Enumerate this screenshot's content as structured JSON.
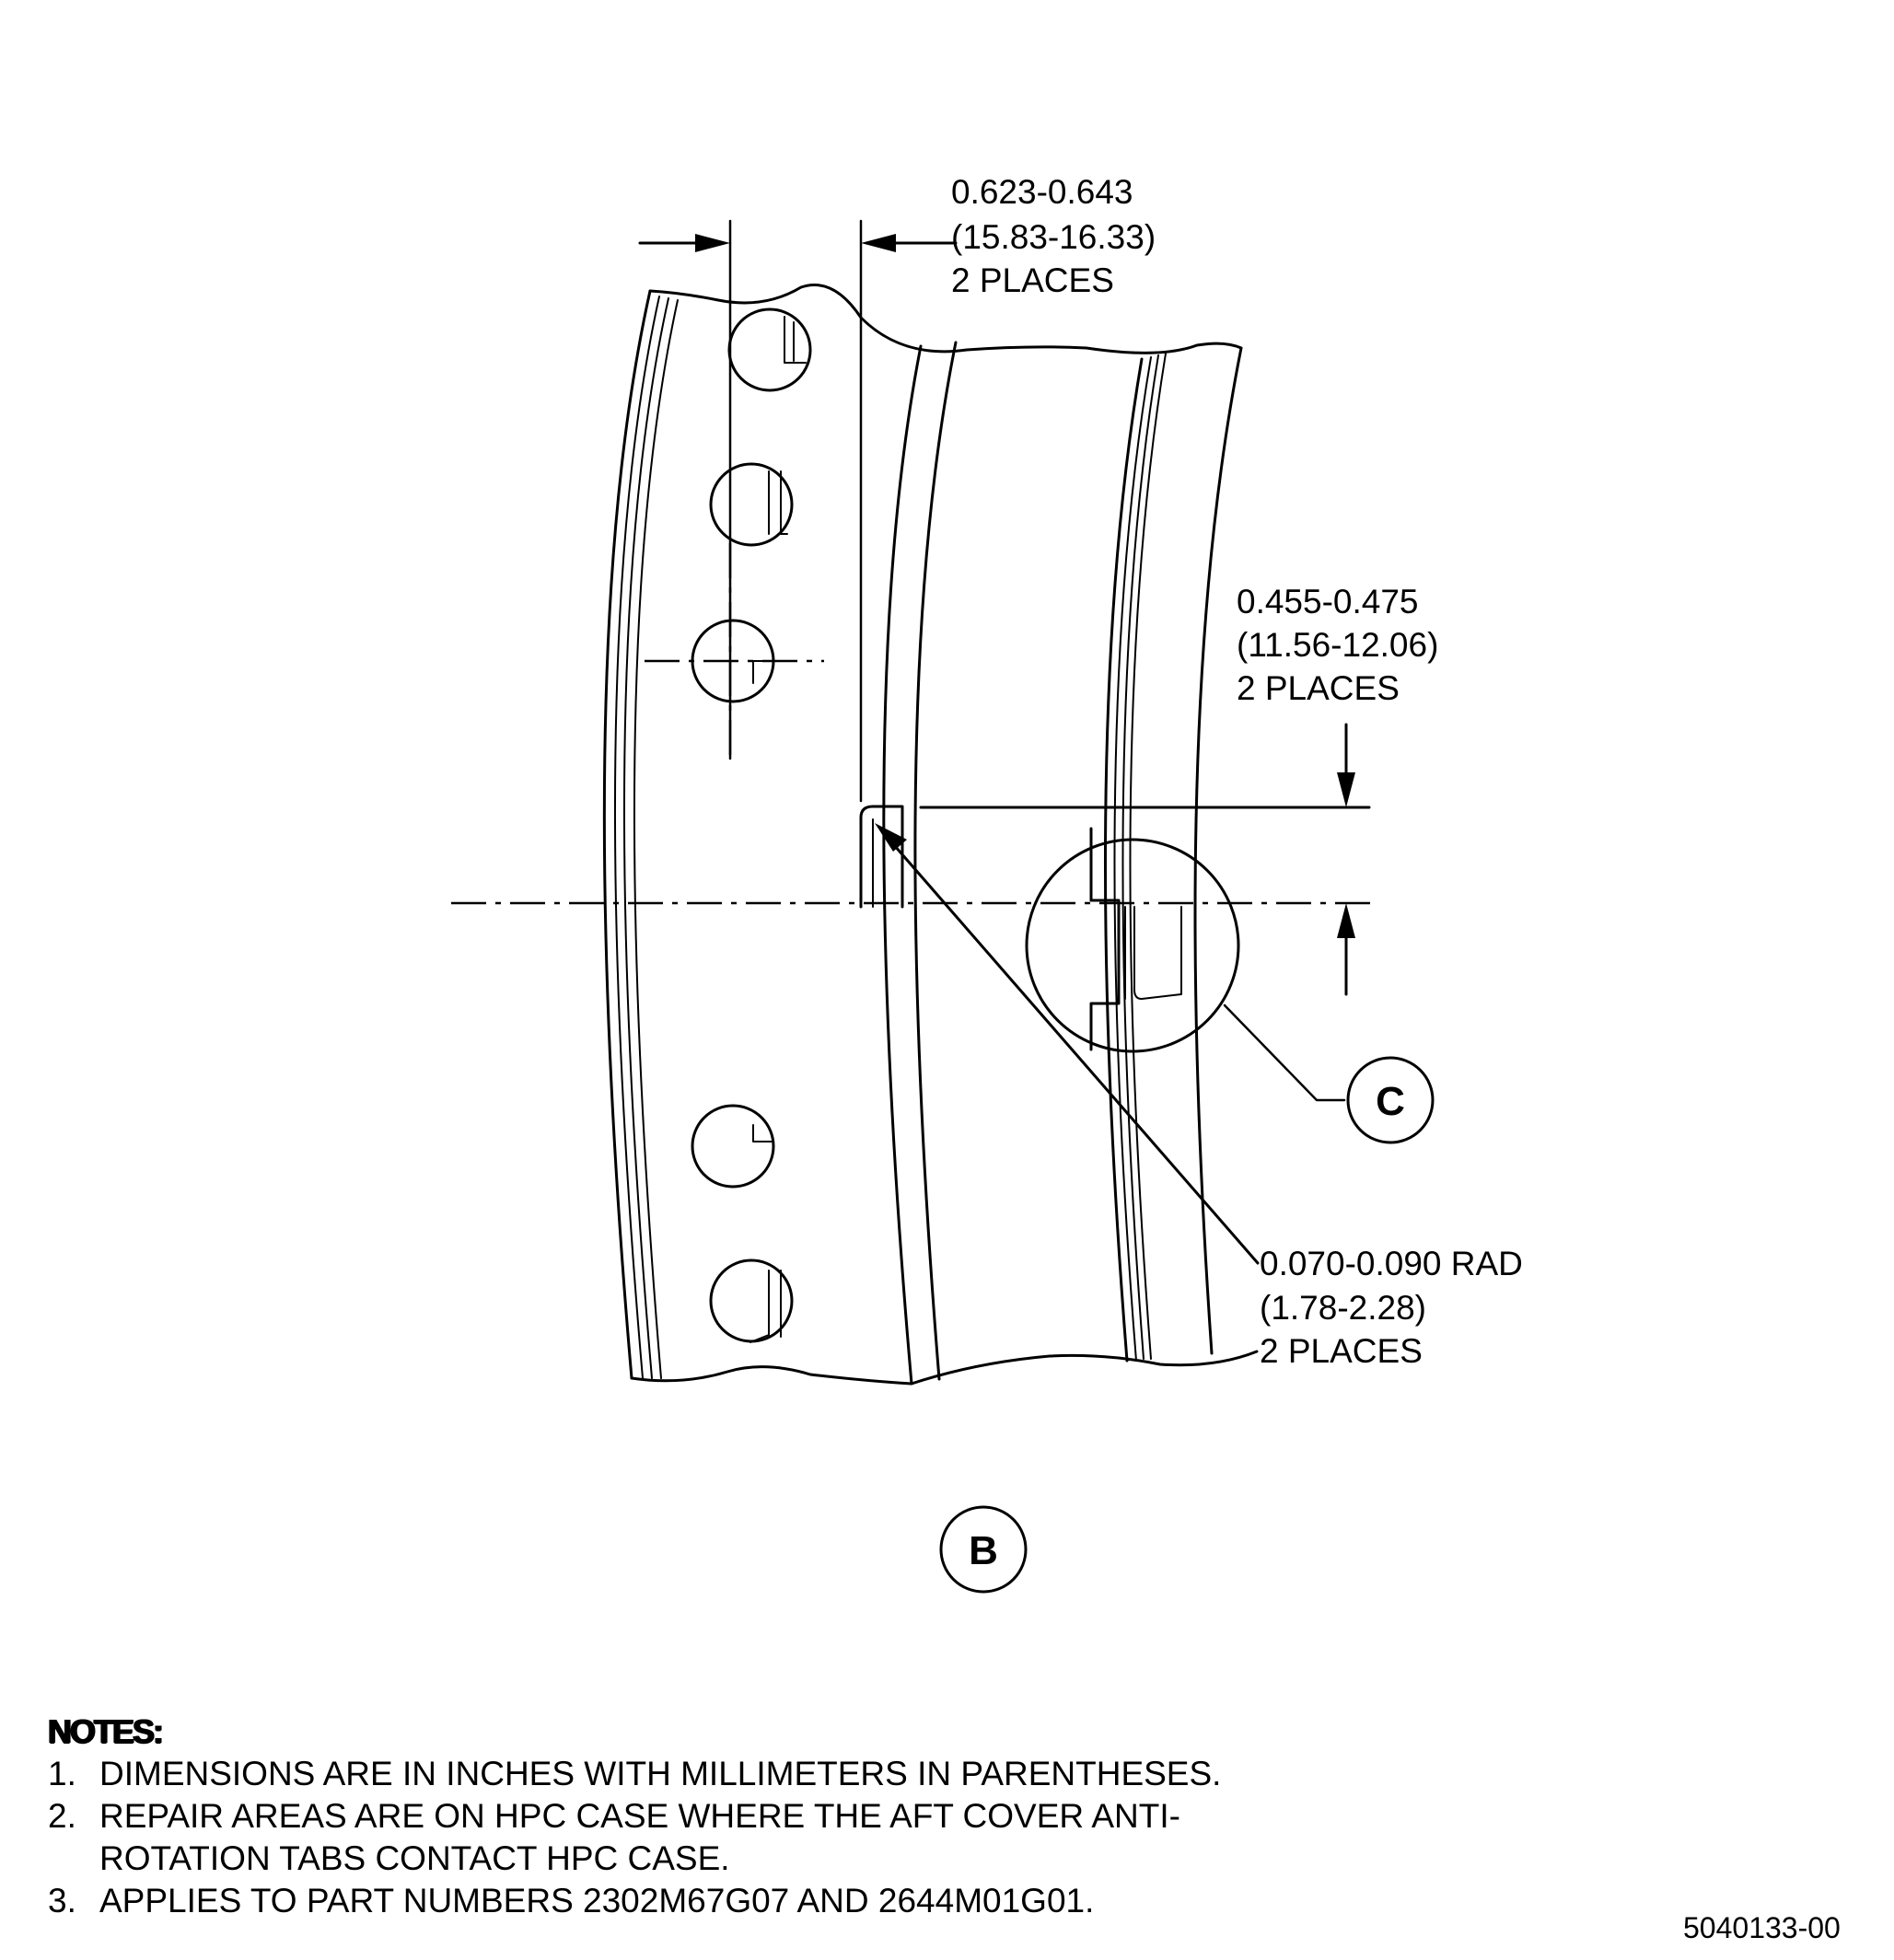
{
  "dimensions": {
    "width_dim": {
      "in": "0.623-0.643",
      "mm": "(15.83-16.33)",
      "qty": "2 PLACES"
    },
    "height_dim": {
      "in": "0.455-0.475",
      "mm": "(11.56-12.06)",
      "qty": "2 PLACES"
    },
    "radius_dim": {
      "in": "0.070-0.090 RAD",
      "mm": "(1.78-2.28)",
      "qty": "2 PLACES"
    }
  },
  "detail_callout": "C",
  "view_label": "B",
  "notes": {
    "heading": "NOTES:",
    "items": [
      {
        "num": "1.",
        "text": "DIMENSIONS ARE IN INCHES WITH MILLIMETERS IN PARENTHESES."
      },
      {
        "num": "2.",
        "text": "REPAIR AREAS ARE ON HPC CASE WHERE THE AFT COVER ANTI-",
        "cont": "ROTATION TABS CONTACT HPC CASE."
      },
      {
        "num": "3.",
        "text": "APPLIES TO PART NUMBERS 2302M67G07 AND 2644M01G01."
      }
    ]
  },
  "figure_id": "5040133-00"
}
